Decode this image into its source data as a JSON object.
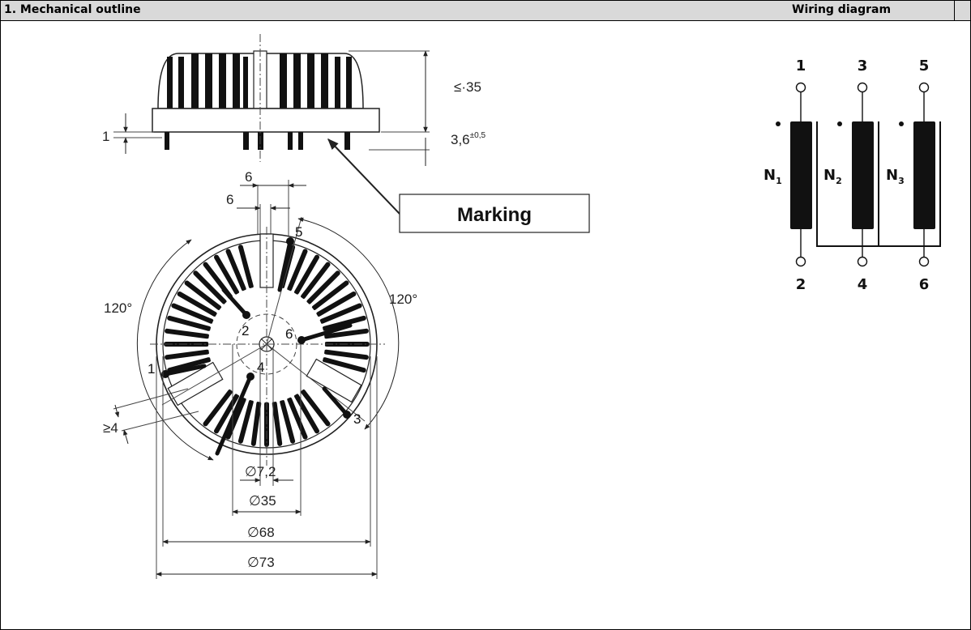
{
  "header": {
    "left_title": "1. Mechanical outline",
    "right_title": "Wiring diagram"
  },
  "outline": {
    "marking_label": "Marking",
    "dims": {
      "height": "≤·35",
      "pin_len": "3,6",
      "pin_len_tol": "±0,5",
      "base": "1",
      "slot_a": "6",
      "slot_b": "6",
      "angle_left": "120°",
      "angle_right": "120°",
      "clearance": "≥4",
      "d_core": "∅7,2",
      "d_inner": "∅35",
      "d_outer": "∅68",
      "d_total": "∅73"
    },
    "pins": [
      "1",
      "2",
      "3",
      "4",
      "5",
      "6"
    ]
  },
  "wiring": {
    "top_pins": [
      "1",
      "3",
      "5"
    ],
    "bottom_pins": [
      "2",
      "4",
      "6"
    ],
    "windings": [
      {
        "label": "N",
        "sub": "1"
      },
      {
        "label": "N",
        "sub": "2"
      },
      {
        "label": "N",
        "sub": "3"
      }
    ]
  }
}
